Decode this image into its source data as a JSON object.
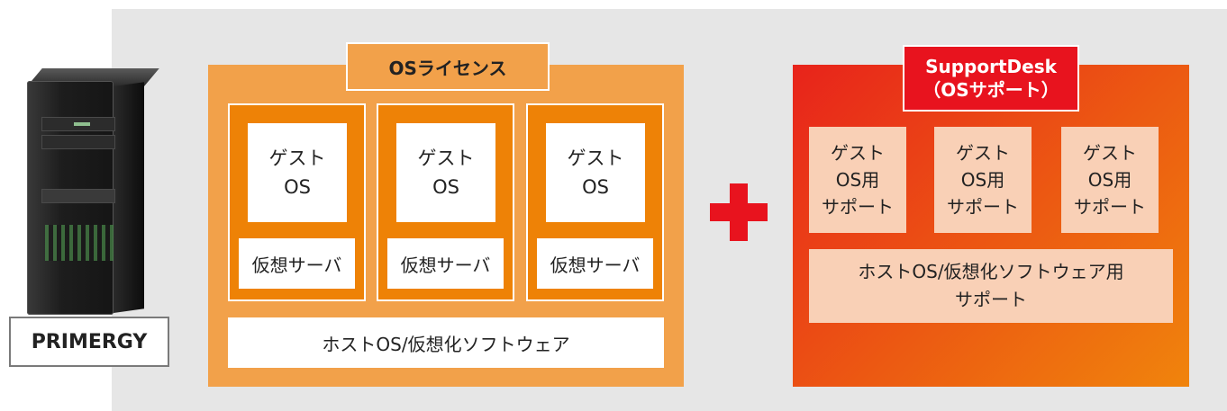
{
  "server": {
    "label": "PRIMERGY",
    "icon": "server-tower-icon"
  },
  "os_license": {
    "title": "OSライセンス",
    "vms": [
      {
        "guest_line1": "ゲスト",
        "guest_line2": "OS",
        "vserver": "仮想サーバ"
      },
      {
        "guest_line1": "ゲスト",
        "guest_line2": "OS",
        "vserver": "仮想サーバ"
      },
      {
        "guest_line1": "ゲスト",
        "guest_line2": "OS",
        "vserver": "仮想サーバ"
      }
    ],
    "host": "ホストOS/仮想化ソフトウェア"
  },
  "operator": {
    "icon": "plus-icon",
    "color": "#e8131e"
  },
  "support_desk": {
    "title_line1": "SupportDesk",
    "title_line2": "（OSサポート）",
    "guest_support": [
      {
        "line1": "ゲスト",
        "line2": "OS用",
        "line3": "サポート"
      },
      {
        "line1": "ゲスト",
        "line2": "OS用",
        "line3": "サポート"
      },
      {
        "line1": "ゲスト",
        "line2": "OS用",
        "line3": "サポート"
      }
    ],
    "host_line1": "ホストOS/仮想化ソフトウェア用",
    "host_line2": "サポート"
  },
  "colors": {
    "license_orange": "#f2a14a",
    "vm_orange": "#ee8206",
    "support_red": "#e8131e",
    "support_light": "#f9d0b6"
  }
}
